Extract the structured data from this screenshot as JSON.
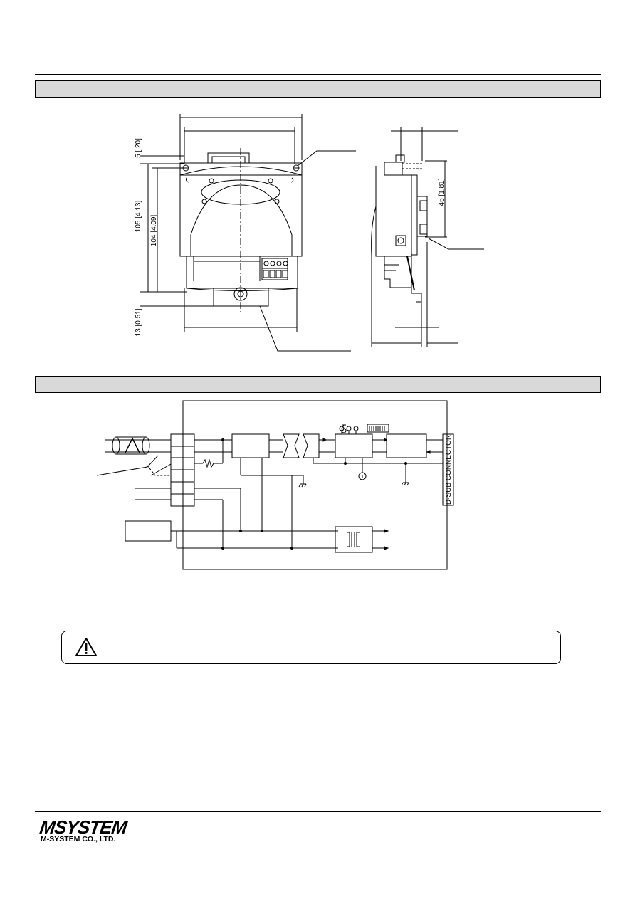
{
  "dimensions": {
    "height_total": "105 [4.13]",
    "height_body": "104 [4.09]",
    "top_offset": "5 [.20]",
    "bottom_offset": "13 [0.51]",
    "side_height": "46 [1.81]"
  },
  "block_diagram": {
    "connector_label": "D-SUB CONNECTOR"
  },
  "footer": {
    "logo_text": "MSYSTEM",
    "company_name": "M-SYSTEM CO., LTD."
  },
  "icons": {
    "warning": "warning-triangle-icon"
  }
}
